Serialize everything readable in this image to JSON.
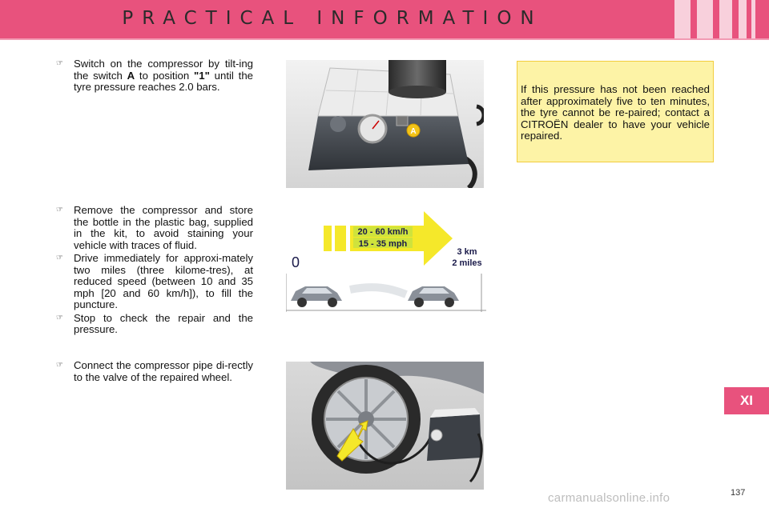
{
  "header": {
    "title": "PRACTICAL INFORMATION"
  },
  "section_tab": "XI",
  "page_number": "137",
  "watermark": "carmanualsonline.info",
  "bullet_glyph": "☞",
  "blocks": [
    {
      "items": [
        {
          "before": "Switch on the compressor by tilt-ing the switch ",
          "bold1": "A",
          "middle": " to position ",
          "bold2": "\"1\"",
          "after": " until the tyre pressure reaches 2.0 bars."
        }
      ]
    },
    {
      "items": [
        "Remove the compressor and store the bottle in the plastic bag, supplied in the kit, to avoid staining your vehicle with traces of fluid.",
        "Drive immediately for approxi-mately two miles (three kilome-tres), at reduced speed (between 10 and 35 mph [20 and 60 km/h]), to fill the puncture.",
        "Stop to check the repair and the pressure."
      ]
    },
    {
      "items": [
        "Connect the compressor pipe di-rectly to the valve of the repaired wheel."
      ]
    }
  ],
  "compressor_illustration": {
    "switch_label": "A"
  },
  "driving_illustration": {
    "speed_kmh": "20 - 60 km/h",
    "speed_mph": "15 - 35 mph",
    "start_label": "0",
    "distance_km": "3 km",
    "distance_miles": "2 miles"
  },
  "info_box": {
    "text": "If this pressure has not been reached after approximately five to ten minutes, the tyre cannot be re-paired; contact a CITROËN dealer to have your vehicle repaired."
  },
  "colors": {
    "header": "#e8527d",
    "tab": "#e8527d",
    "info_box_bg": "#fdf3a6",
    "info_box_border": "#f2cd3d",
    "arrow_yellow": "#f5e82a"
  }
}
